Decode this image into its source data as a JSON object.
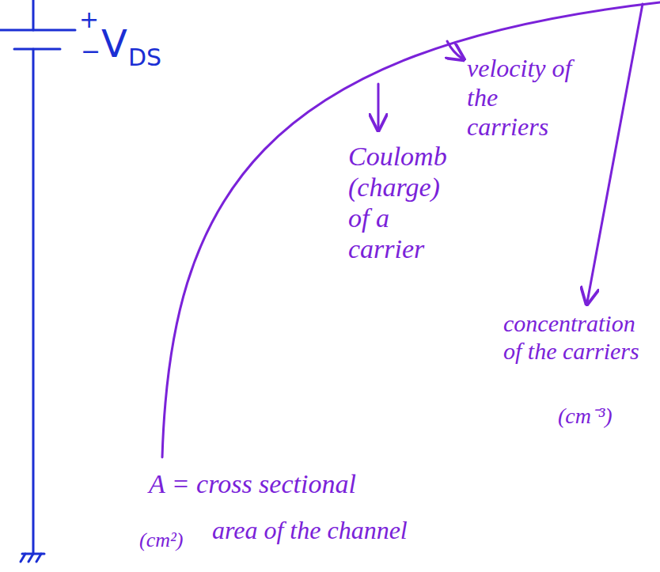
{
  "diagram": {
    "labels": [
      "+",
      "−",
      "V",
      "DS",
      "velocity of the carriers",
      "Coulomb (charge) of a carrier",
      "concentration of the carriers",
      "(cm⁻³)",
      "A = cross sectional",
      "(cm²)",
      "area of the channel"
    ]
  }
}
